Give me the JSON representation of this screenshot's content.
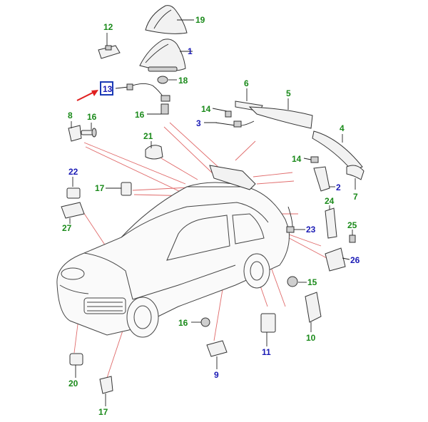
{
  "colors": {
    "green_label": "#1a8a1a",
    "blue_label": "#1a1ab5",
    "highlight_box": "#1a3ab5",
    "arrow": "#e02020",
    "callout_line": "#e06a6a"
  },
  "labels": {
    "p1": "1",
    "p2": "2",
    "p3": "3",
    "p4": "4",
    "p5": "5",
    "p6": "6",
    "p7": "7",
    "p8": "8",
    "p9": "9",
    "p10": "10",
    "p11": "11",
    "p12": "12",
    "p13": "13",
    "p14a": "14",
    "p14b": "14",
    "p15": "15",
    "p16a": "16",
    "p16b": "16",
    "p16c": "16",
    "p17a": "17",
    "p17b": "17",
    "p18": "18",
    "p19": "19",
    "p20": "20",
    "p21": "21",
    "p22": "22",
    "p23": "23",
    "p24": "24",
    "p25": "25",
    "p26": "26",
    "p27": "27"
  }
}
